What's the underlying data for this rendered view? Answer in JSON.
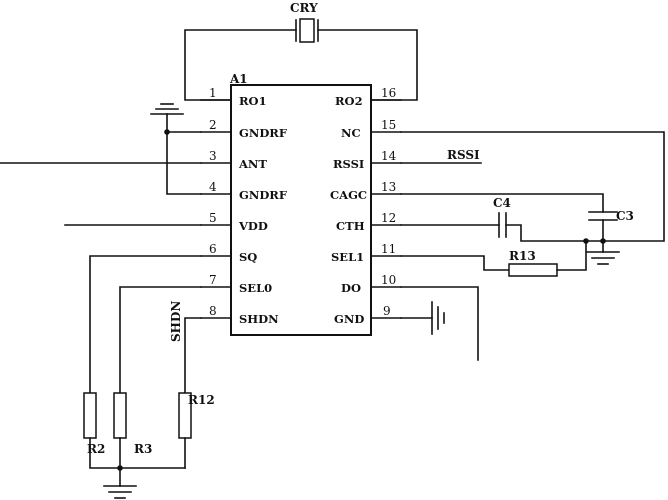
{
  "chip": {
    "ref": "A1",
    "left_pins": [
      {
        "num": "1",
        "name": "RO1"
      },
      {
        "num": "2",
        "name": "GNDRF"
      },
      {
        "num": "3",
        "name": "ANT"
      },
      {
        "num": "4",
        "name": "GNDRF"
      },
      {
        "num": "5",
        "name": "VDD"
      },
      {
        "num": "6",
        "name": "SQ"
      },
      {
        "num": "7",
        "name": "SEL0"
      },
      {
        "num": "8",
        "name": "SHDN"
      }
    ],
    "right_pins": [
      {
        "num": "16",
        "name": "RO2"
      },
      {
        "num": "15",
        "name": "NC"
      },
      {
        "num": "14",
        "name": "RSSI"
      },
      {
        "num": "13",
        "name": "CAGC"
      },
      {
        "num": "12",
        "name": "CTH"
      },
      {
        "num": "11",
        "name": "SEL1"
      },
      {
        "num": "10",
        "name": "DO"
      },
      {
        "num": "9",
        "name": "GND"
      }
    ]
  },
  "labels": {
    "crystal": "CRY",
    "net_rssi": "RSSI",
    "net_shdn": "SHDN",
    "c4": "C4",
    "c3": "C3",
    "r13": "R13",
    "r2": "R2",
    "r3": "R3",
    "r12": "R12"
  }
}
